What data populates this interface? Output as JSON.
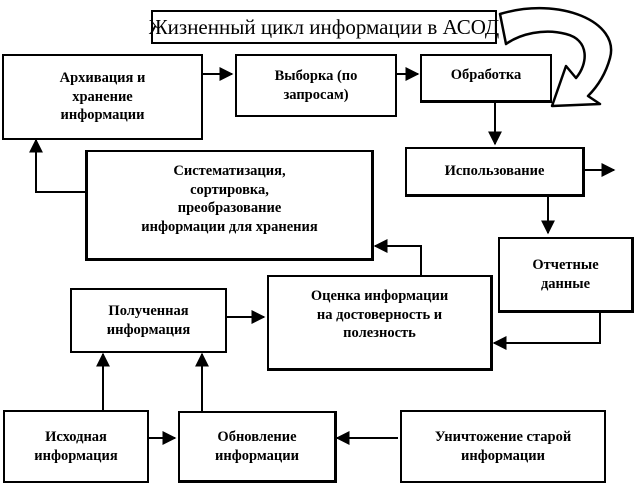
{
  "title": "Жизненный цикл информации в АСОД",
  "nodes": {
    "archiving": "Архивация и\nхранение\nинформации",
    "selection": "Выборка (по\nзапросам)",
    "processing": "Обработка",
    "systematization": "Систематизация,\nсортировка,\nпреобразование\nинформации для хранения",
    "usage": "Использование",
    "reports": "Отчетные\nданные",
    "received": "Полученная\nинформация",
    "evaluation": "Оценка информации\nна достоверность и\nполезность",
    "source": "Исходная\nинформация",
    "update": "Обновление\nинформации",
    "destruction": "Уничтожение старой\nинформации"
  },
  "colors": {
    "line": "#000000",
    "background": "#ffffff"
  }
}
